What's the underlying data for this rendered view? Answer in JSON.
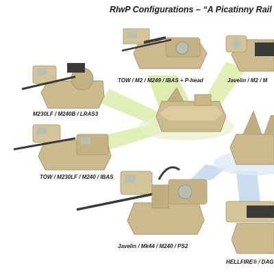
{
  "title": "RIwP Configurations  –  “A Picatinny Rail for",
  "captions": {
    "top_center": "TOW / M2 / M249 / IBAS + P-head",
    "top_right": "Javelin / M2 / M",
    "left_upper": "M230LF / M240B / LRAS3",
    "left_lower": "TOW / M230LF / M240 / IBAS",
    "bottom_center": "Javelin / Mk44 / M240 / PS2",
    "bottom_right": "HELLFIRE® / DAG"
  },
  "colors": {
    "turret": "#cdbb8f",
    "turret_dark": "#a8966a",
    "sensor": "#b8c0b0",
    "green_beam": "#c8e07a",
    "blue_beam": "#a8c8e8",
    "barrel": "#3a3a36"
  }
}
